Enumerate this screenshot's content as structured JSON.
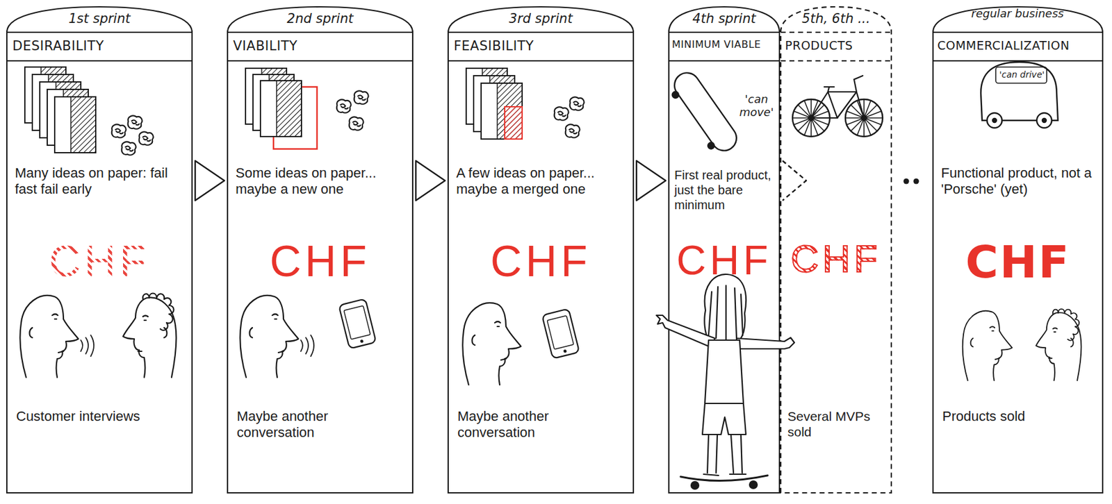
{
  "diagram": {
    "nodes": [
      {
        "text": [
          "1st sprint",
          "DESIRABILITY",
          "Many ideas on paper: fail fast fail early",
          "CHF",
          "Customer interviews"
        ]
      },
      {
        "text": [
          "2nd sprint",
          "VIABILITY",
          "Some ideas on paper... maybe a new one",
          "CHF",
          "Maybe another conversation"
        ]
      },
      {
        "text": [
          "3rd sprint",
          "FEASIBILITY",
          "A few ideas on paper... maybe a merged one",
          "CHF",
          "Maybe another conversation"
        ]
      },
      {
        "text": [
          "4th sprint",
          "MINIMUM VIABLE",
          "First real product, just the bare minimum",
          "CHF"
        ]
      },
      {
        "text": [
          "5th, 6th ...",
          "PRODUCTS",
          "CHF",
          "Several MVPs sold"
        ]
      },
      {
        "text": [
          "regular business",
          "COMMERCIALIZATION",
          "Functional product, not a 'Porsche' (yet)",
          "CHF",
          "Products sold"
        ]
      }
    ],
    "edges": [
      {
        "from": 0,
        "to": 1,
        "arrow": "to"
      },
      {
        "from": 1,
        "to": 2,
        "arrow": "to"
      },
      {
        "from": 2,
        "to": 3,
        "arrow": "to"
      },
      {
        "from": 3,
        "to": 4,
        "arrow": "to"
      }
    ],
    "labels": [
      "'can move'",
      "'can drive'"
    ]
  }
}
